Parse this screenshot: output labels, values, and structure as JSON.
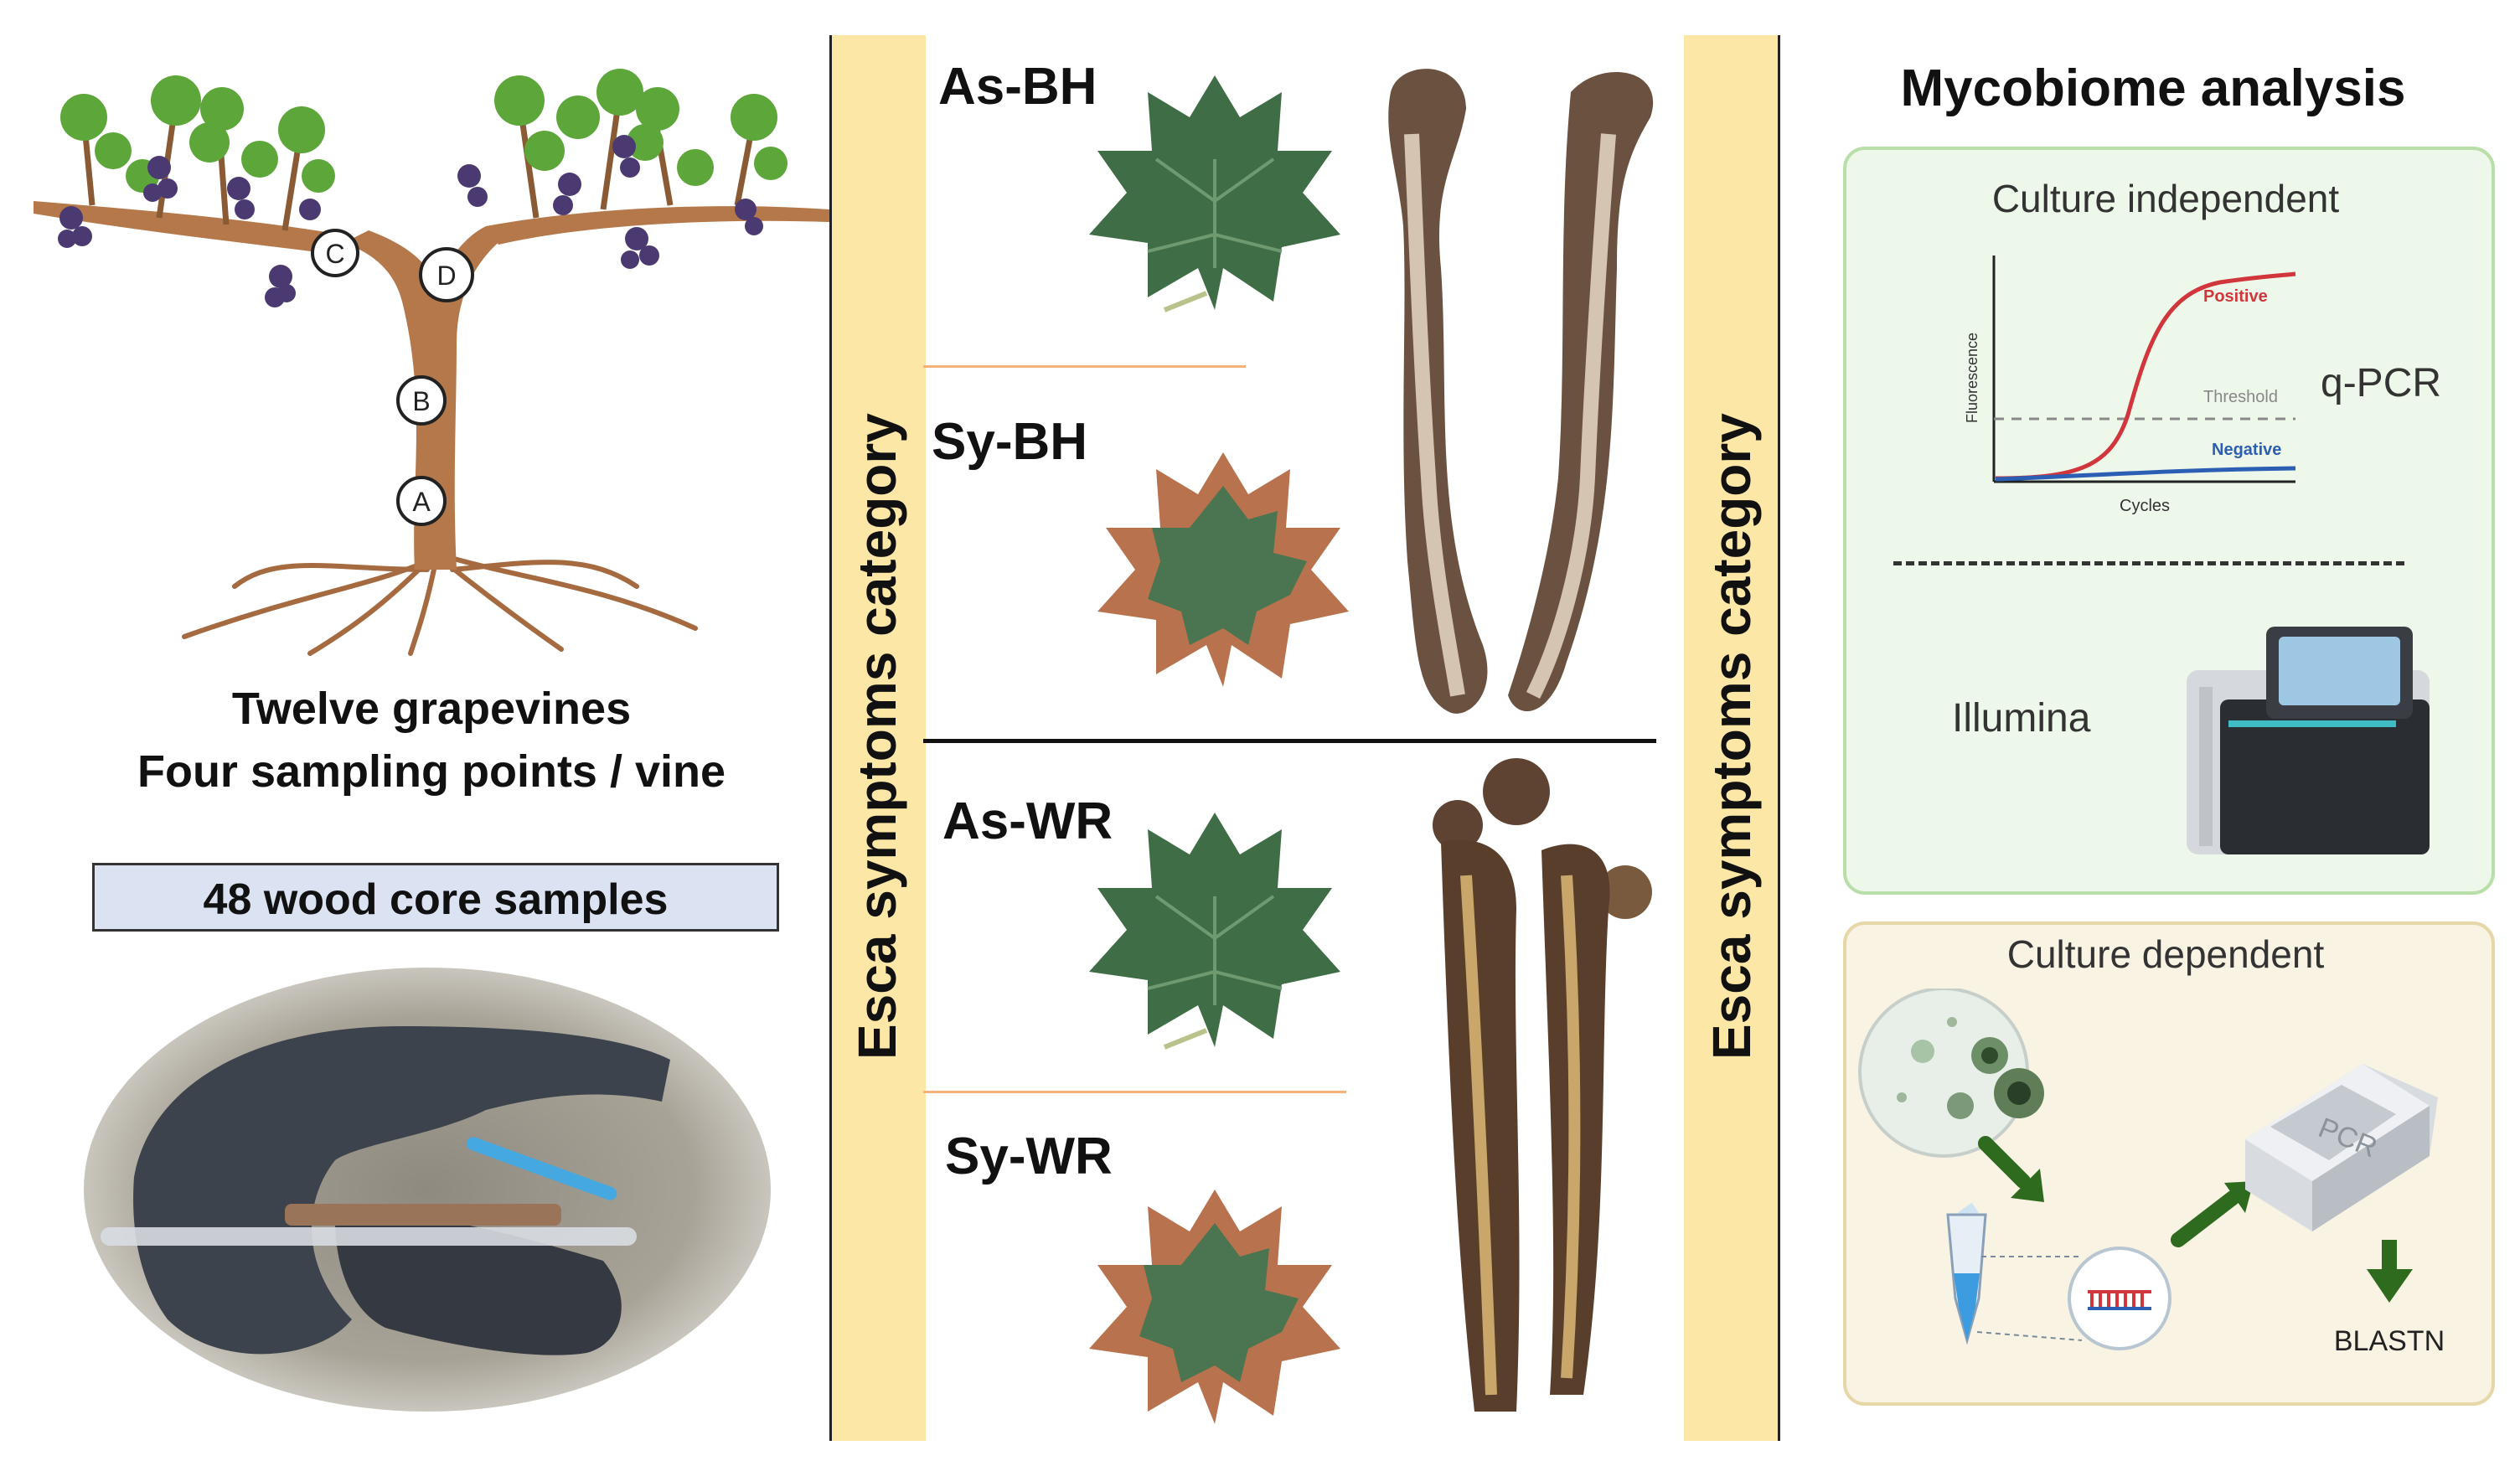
{
  "left": {
    "points": [
      "A",
      "B",
      "C",
      "D"
    ],
    "caption_line1": "Twelve grapevines",
    "caption_line2": "Four sampling points / vine",
    "samples_box": "48 wood core samples"
  },
  "middle": {
    "band_label": "Esca symptoms category",
    "categories": [
      "As-BH",
      "Sy-BH",
      "As-WR",
      "Sy-WR"
    ]
  },
  "right": {
    "band_label": "Esca symptoms category",
    "title": "Mycobiome analysis",
    "independent": {
      "title": "Culture independent",
      "method_qpcr": "q-PCR",
      "chart_y": "Fluorescence",
      "chart_x": "Cycles",
      "chart_positive": "Positive",
      "chart_threshold": "Threshold",
      "chart_negative": "Negative",
      "method_seq": "Illumina"
    },
    "dependent": {
      "title": "Culture dependent",
      "machine_label": "PCR",
      "blast": "BLASTN"
    }
  },
  "colors": {
    "band": "#fde7a6",
    "panel_green": "#eef8ea",
    "panel_green_border": "#b9dfa9",
    "panel_tan": "#f8f3e3",
    "panel_tan_border": "#e6d7a8",
    "arrow_green": "#2f6b1f",
    "positive_curve": "#d0363c",
    "negative_curve": "#2c5fb4",
    "samples_box": "#dbe3f3"
  }
}
